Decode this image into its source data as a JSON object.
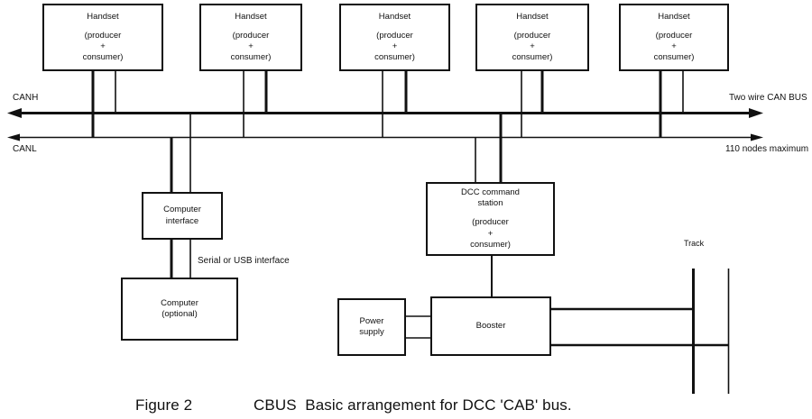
{
  "figure": {
    "caption_number": "Figure 2",
    "caption_text": "CBUS  Basic arrangement for DCC 'CAB' bus."
  },
  "bus": {
    "canh_label": "CANH",
    "canl_label": "CANL",
    "right_top_label": "Two wire CAN BUS",
    "right_bottom_label": "110 nodes maximum"
  },
  "nodes": {
    "handsets": [
      {
        "title": "Handset",
        "role": "(producer\n+\nconsumer)"
      },
      {
        "title": "Handset",
        "role": "(producer\n+\nconsumer)"
      },
      {
        "title": "Handset",
        "role": "(producer\n+\nconsumer)"
      },
      {
        "title": "Handset",
        "role": "(producer\n+\nconsumer)"
      },
      {
        "title": "Handset",
        "role": "(producer\n+\nconsumer)"
      }
    ],
    "computer_interface": {
      "title": "Computer\ninterface"
    },
    "computer": {
      "title": "Computer\n(optional)"
    },
    "dcc_command_station": {
      "title": "DCC command\nstation",
      "role": "(producer\n+\nconsumer)"
    },
    "power_supply": {
      "title": "Power\nsupply"
    },
    "booster": {
      "title": "Booster"
    }
  },
  "labels": {
    "serial_usb": "Serial or USB interface",
    "track": "Track"
  },
  "colors": {
    "line": "#111111",
    "background": "#ffffff"
  }
}
